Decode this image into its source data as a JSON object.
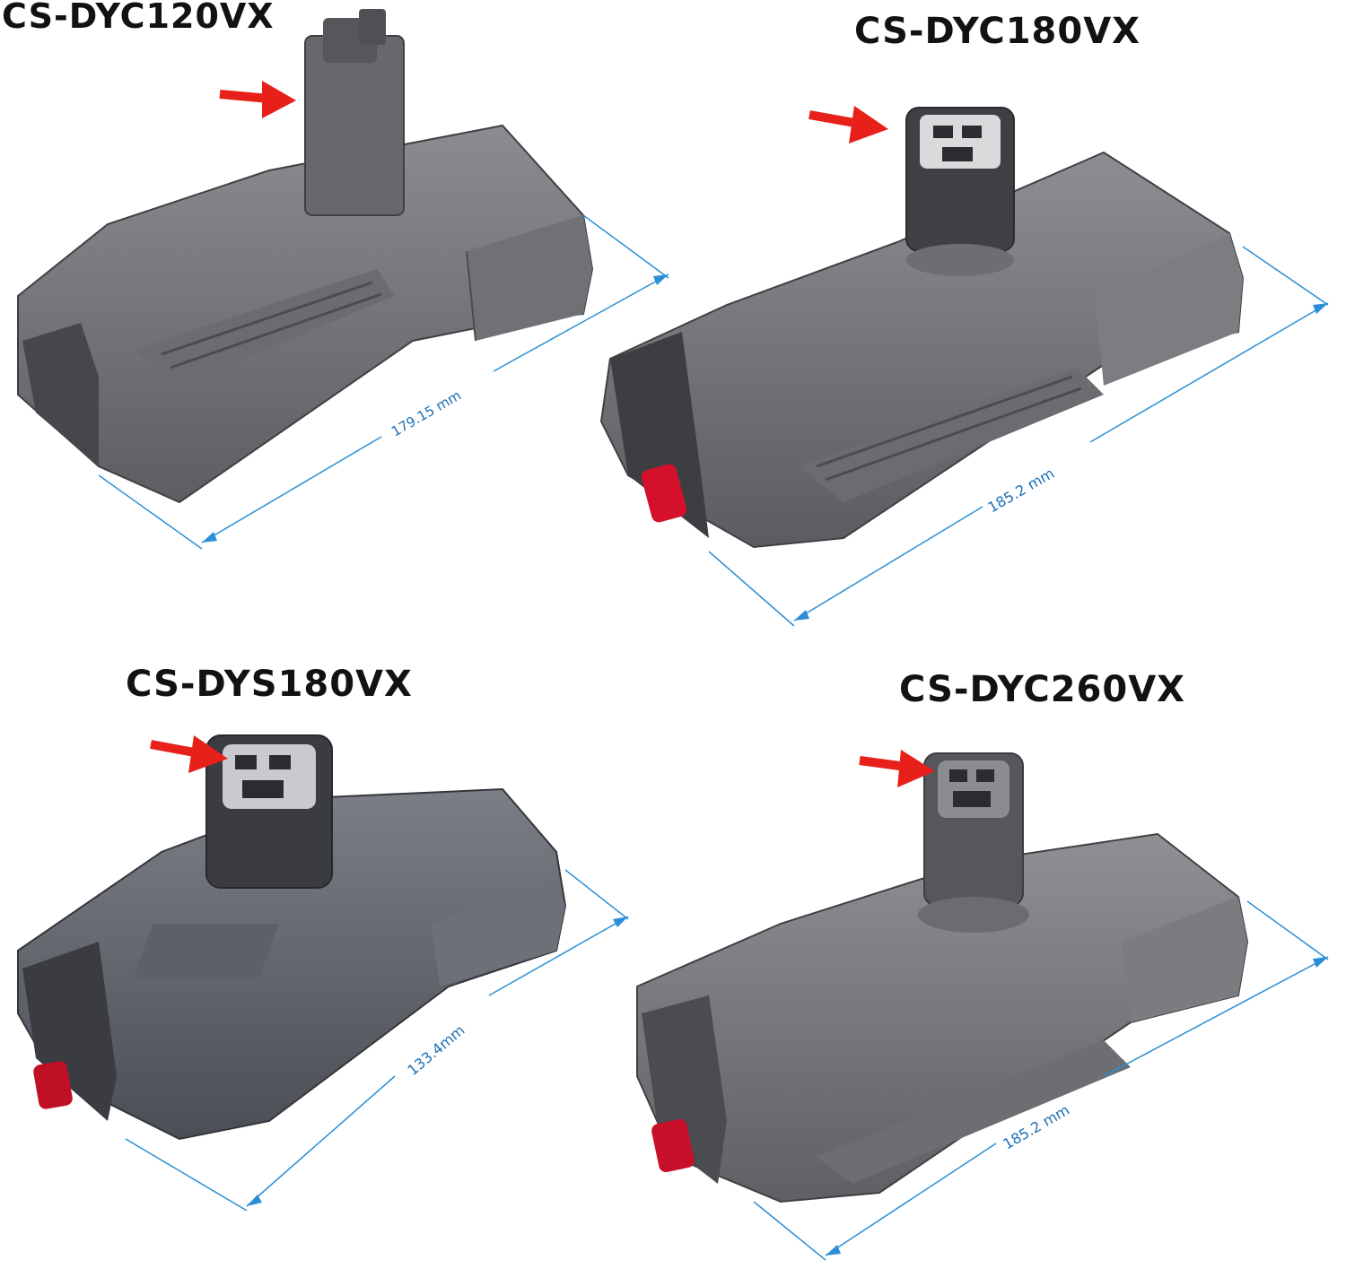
{
  "colors": {
    "dimension_line": "#2a8fd6",
    "dimension_text": "#1c6fb5",
    "arrow": "#e8201a",
    "body": "#7a7c80",
    "body_dark": "#4a4c50",
    "release_button": "#d4102a"
  },
  "batteries": [
    {
      "model": "CS-DYC120VX",
      "length": "179.15 mm"
    },
    {
      "model": "CS-DYC180VX",
      "length": "185.2 mm"
    },
    {
      "model": "CS-DYS180VX",
      "length": "133.4mm"
    },
    {
      "model": "CS-DYC260VX",
      "length": "185.2 mm"
    }
  ]
}
